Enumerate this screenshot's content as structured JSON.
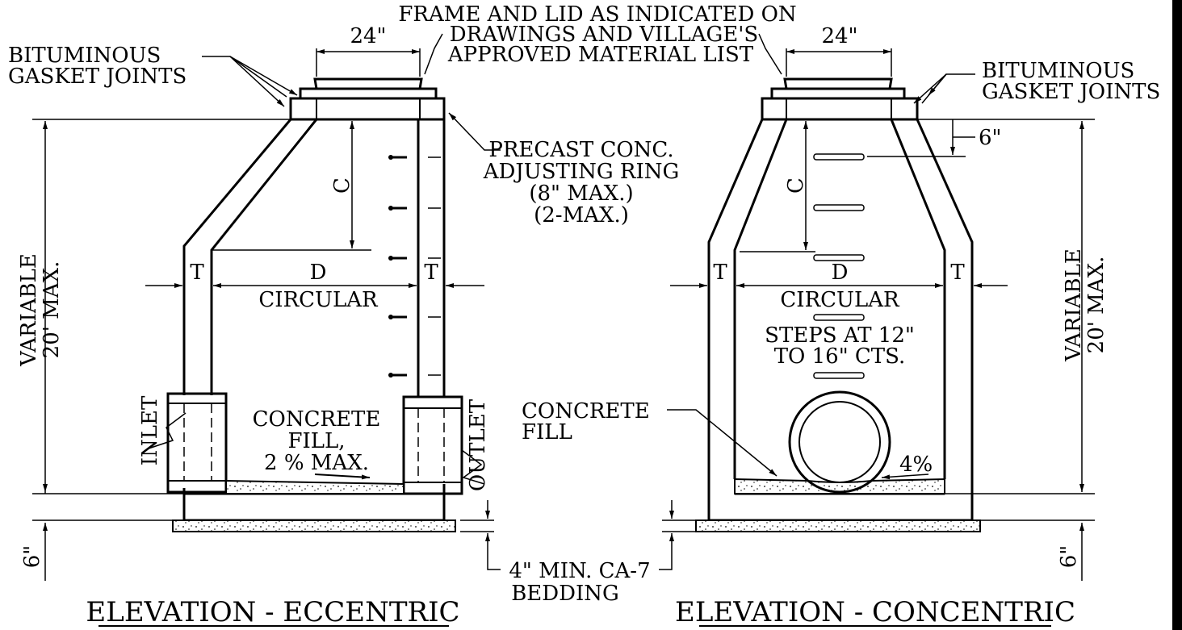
{
  "labels": {
    "frame_lid": [
      "FRAME AND LID AS INDICATED ON",
      "DRAWINGS AND VILLAGE'S",
      "APPROVED MATERIAL LIST"
    ],
    "dim_24_left": "24\"",
    "dim_24_right": "24\"",
    "bituminous_left": [
      "BITUMINOUS",
      "GASKET JOINTS"
    ],
    "bituminous_right": [
      "BITUMINOUS",
      "GASKET JOINTS"
    ],
    "precast": [
      "PRECAST CONC.",
      "ADJUSTING RING",
      "(8\" MAX.)",
      "(2-MAX.)"
    ],
    "six_top": "6\"",
    "c_left": "C",
    "c_right": "C",
    "t": "T",
    "d": "D",
    "circular": "CIRCULAR",
    "steps": [
      "STEPS AT 12\"",
      "TO 16\" CTS."
    ],
    "variable_left": [
      "VARIABLE",
      "20' MAX."
    ],
    "variable_right": [
      "VARIABLE",
      "20' MAX."
    ],
    "inlet": "INLET",
    "outlet": "OUTLET",
    "concrete_fill_left": [
      "CONCRETE",
      "FILL,",
      "2 % MAX."
    ],
    "concrete_fill_right": [
      "CONCRETE",
      "FILL"
    ],
    "four_pct": "4%",
    "six_bottom_left": "6\"",
    "six_bottom_right": "6\"",
    "bedding": [
      "4\" MIN. CA-7",
      "BEDDING"
    ],
    "title_left": "ELEVATION - ECCENTRIC",
    "title_right": "ELEVATION - CONCENTRIC"
  },
  "colors": {
    "ink": "#000000",
    "paper": "#ffffff"
  }
}
